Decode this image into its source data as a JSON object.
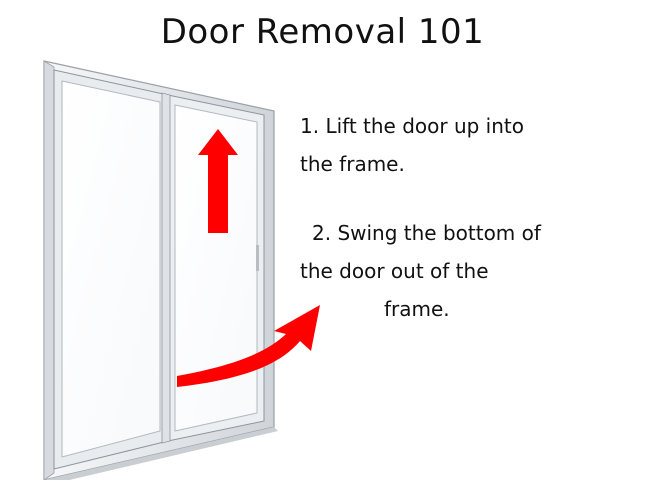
{
  "title": "Door Removal 101",
  "steps": [
    {
      "lines": [
        "1. Lift the door up into",
        "the frame."
      ]
    },
    {
      "lines": [
        "2. Swing the bottom of",
        "the door out of the",
        "frame."
      ]
    }
  ],
  "colors": {
    "arrow": "#ff0000",
    "frame": "#e9ecef",
    "frame_edge": "#9aa1a8",
    "glass": "#ffffff",
    "text": "#111111"
  },
  "icons": {
    "up_arrow": "up-arrow-icon",
    "swing_arrow": "curved-swing-arrow-icon"
  }
}
